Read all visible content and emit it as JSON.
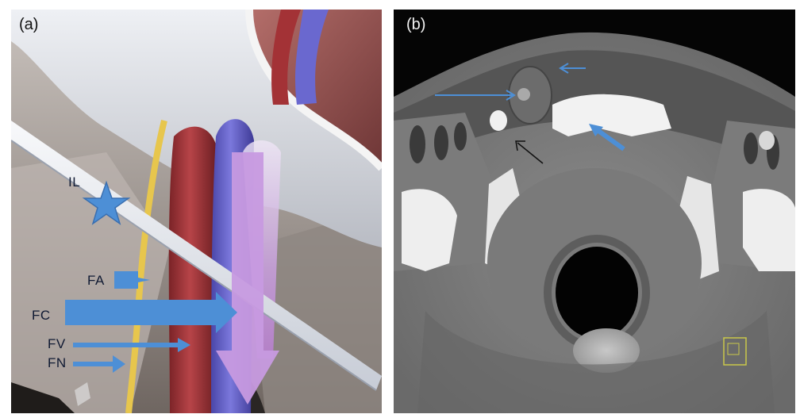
{
  "panels": {
    "a": {
      "letter": "(a)",
      "labels": {
        "il": "IL",
        "fa": "FA",
        "fc": "FC",
        "fv": "FV",
        "fn": "FN"
      }
    },
    "b": {
      "letter": "(b)"
    }
  },
  "colors": {
    "annotation_blue": "#4d8fd6",
    "ligament_white": "#e9ecf1",
    "artery_red": "#a8383c",
    "vein_blue": "#6363c8",
    "canal_violet": "#c9a7dc",
    "nerve_yellow": "#e7c64d",
    "ct_black_arrow": "#111111"
  },
  "icons": {
    "il_marker": "star-icon"
  }
}
